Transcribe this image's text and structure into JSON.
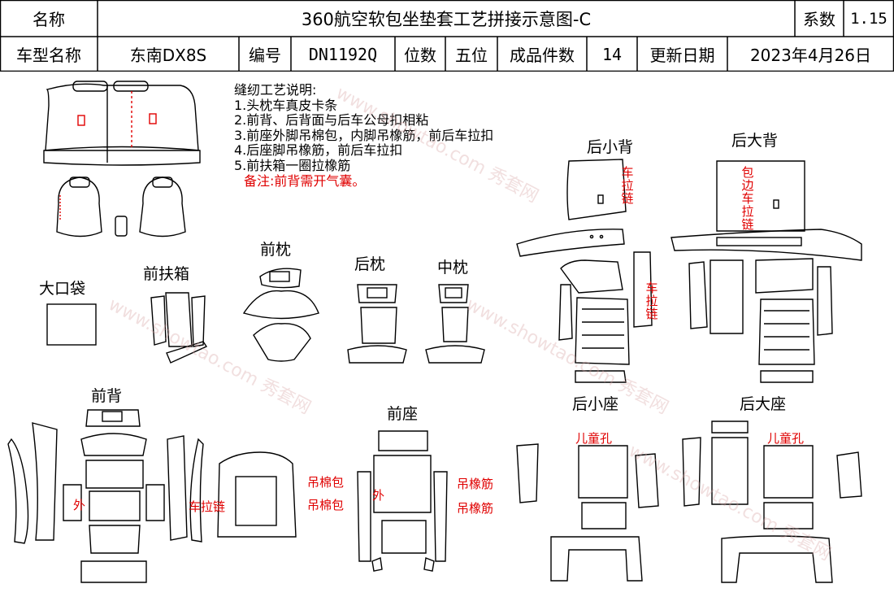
{
  "header": {
    "name_label": "名称",
    "title": "360航空软包坐垫套工艺拼接示意图-C",
    "coef_label": "系数",
    "coef_value": "1.15",
    "model_label": "车型名称",
    "model_value": "东南DX8S",
    "code_label": "编号",
    "code_value": "DN1192Q",
    "seats_label": "位数",
    "seats_value": "五位",
    "pieces_label": "成品件数",
    "pieces_value": "14",
    "date_label": "更新日期",
    "date_value": "2023年4月26日"
  },
  "notes": {
    "heading": "缝纫工艺说明:",
    "items": [
      "1.头枕车真皮卡条",
      "2.前背、后背面与后车公母扣相粘",
      "3.前座外脚吊棉包，内脚吊橡筋，前后车拉扣",
      "4.后座脚吊橡筋，前后车拉扣",
      "5.前扶箱一圈拉橡筋"
    ],
    "remark": "备注:前背需开气囊。"
  },
  "sections": {
    "big_pocket": "大口袋",
    "front_armrest": "前扶箱",
    "front_pillow": "前枕",
    "rear_pillow": "后枕",
    "middle_pillow": "中枕",
    "rear_small_back": "后小背",
    "rear_big_back": "后大背",
    "front_back": "前背",
    "front_seat": "前座",
    "rear_small_seat": "后小座",
    "rear_big_seat": "后大座"
  },
  "annotations": {
    "zipper_vertical": "车拉链",
    "edge_zipper": "包边车拉链",
    "outer": "外",
    "zipper": "车拉链",
    "cotton_pack": "吊棉包",
    "rubber_band": "吊橡筋",
    "child_hole": "儿童孔"
  },
  "watermark": "www.showtao.com 秀套网",
  "colors": {
    "line": "#000000",
    "annotation": "#e00000",
    "watermark": "#d8a6a6"
  }
}
